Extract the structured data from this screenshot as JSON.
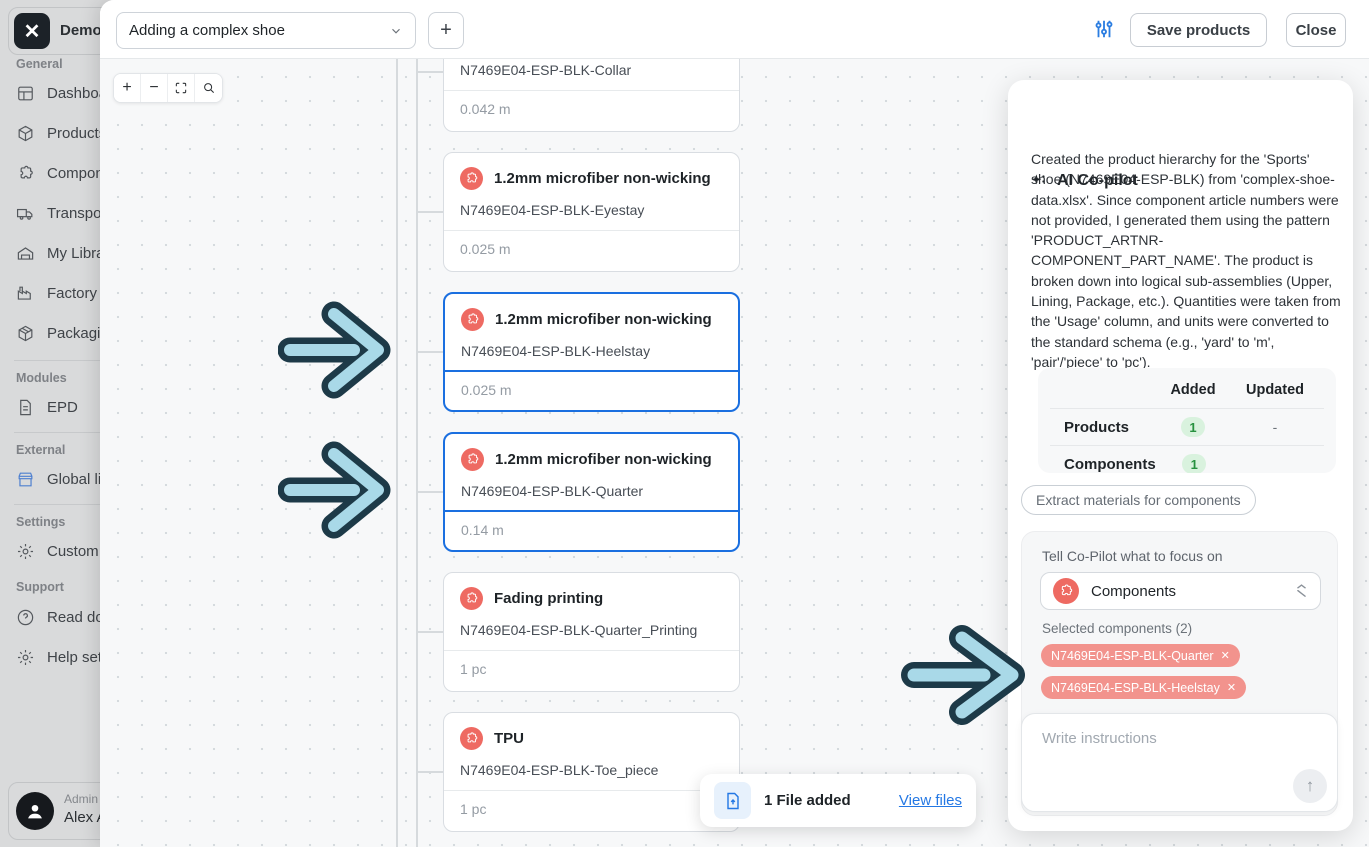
{
  "sidebar": {
    "workspace": "Demo a",
    "sections": {
      "general": {
        "label": "General",
        "items": {
          "dashboard": "Dashboa",
          "products": "Products",
          "components": "Compon",
          "transport": "Transpo",
          "library": "My Libra",
          "factory": "Factory",
          "packaging": "Packagi"
        }
      },
      "modules": {
        "label": "Modules",
        "items": {
          "epd": "EPD"
        }
      },
      "external": {
        "label": "External",
        "items": {
          "global": "Global li"
        }
      },
      "settings": {
        "label": "Settings",
        "items": {
          "custom": "Custom"
        }
      },
      "support": {
        "label": "Support",
        "items": {
          "readdocs": "Read do",
          "helpsettings": "Help set"
        }
      }
    },
    "account": {
      "role": "Admin",
      "name": "Alex A"
    }
  },
  "topbar": {
    "flow_select": "Adding a complex shoe",
    "add_button": "+",
    "save_button": "Save products",
    "close_button": "Close"
  },
  "canvas": {
    "cards": [
      {
        "title": "",
        "article": "N7469E04-ESP-BLK-Collar",
        "qty": "0.042 m"
      },
      {
        "title": "1.2mm microfiber non-wicking",
        "article": "N7469E04-ESP-BLK-Eyestay",
        "qty": "0.025 m"
      },
      {
        "title": "1.2mm microfiber non-wicking",
        "article": "N7469E04-ESP-BLK-Heelstay",
        "qty": "0.025 m"
      },
      {
        "title": "1.2mm microfiber non-wicking",
        "article": "N7469E04-ESP-BLK-Quarter",
        "qty": "0.14 m"
      },
      {
        "title": "Fading printing",
        "article": "N7469E04-ESP-BLK-Quarter_Printing",
        "qty": "1 pc"
      },
      {
        "title": "TPU",
        "article": "N7469E04-ESP-BLK-Toe_piece",
        "qty": "1 pc"
      }
    ]
  },
  "toast": {
    "text": "1 File added",
    "link": "View files"
  },
  "copilot": {
    "title": "AI Co-pilot",
    "message": "Created the product hierarchy for the 'Sports' shoe (N7469E04-ESP-BLK) from 'complex-shoe-data.xlsx'. Since component article numbers were not provided, I generated them using the pattern 'PRODUCT_ARTNR-COMPONENT_PART_NAME'. The product is broken down into logical sub-assemblies (Upper, Lining, Package, etc.). Quantities were taken from the 'Usage' column, and units were converted to the standard schema (e.g., 'yard' to 'm', 'pair'/'piece' to 'pc').",
    "table": {
      "col_added": "Added",
      "col_updated": "Updated",
      "row1": {
        "label": "Products",
        "added": "1",
        "updated": "-"
      },
      "row2": {
        "label": "Components",
        "added": "1",
        "updated": ""
      }
    },
    "suggestion": "Extract materials for components",
    "focus": {
      "label": "Tell Co-Pilot what to focus on",
      "selected": "Components",
      "selected_count_label": "Selected components (2)",
      "chip1": "N7469E04-ESP-BLK-Quarter",
      "chip2": "N7469E04-ESP-BLK-Heelstay",
      "chip_close": "✕"
    },
    "input_placeholder": "Write instructions"
  },
  "colors": {
    "accent_blue": "#1a6fe0",
    "selection_border": "#1a6fe0",
    "component_red": "#ee6a62",
    "chip_salmon": "#f2938d",
    "badge_green_bg": "#d9f2de",
    "badge_green_text": "#27913f",
    "arrow_fill": "#a9d9e8",
    "arrow_outline": "#1d3a48"
  }
}
